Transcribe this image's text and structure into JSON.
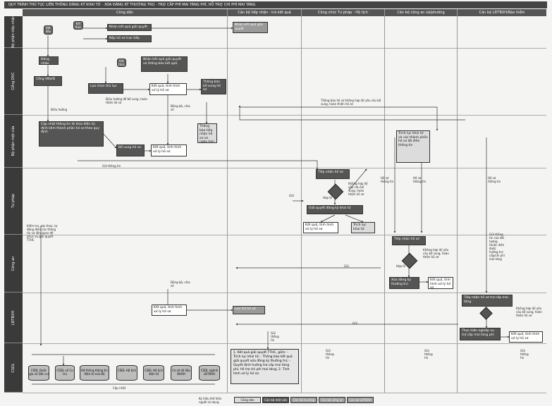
{
  "header": {
    "title": "QUY TRÌNH THỦ TỤC LIÊN THÔNG ĐĂNG KÝ KHAI TỬ - XÓA ĐĂNG KÝ THƯỜNG TRÚ - TRỢ CẤP PHÍ MAI TÁNG PHÍ, HỖ TRỢ CHI PHÍ MAI TÁNG"
  },
  "columns": [
    "Công dân",
    "Cán bộ tiếp nhận - trả kết quả",
    "Công chức Tư pháp - Hộ tịch",
    "Cán bộ công an xã/phường",
    "Cán bộ LĐTBXH/Bảo hiểm"
  ],
  "lanes": [
    "Bộ phận tiếp nhận",
    "Cổng DVC",
    "Bộ phận một cửa",
    "Tư pháp",
    "Công an",
    "LĐTBXH",
    "CSDL"
  ],
  "nodes": {
    "start": "Bắt đầu",
    "end_top": "Kết thúc",
    "end_mid": "Kết thúc",
    "top_a": "Nhận kết quả giải quyết",
    "top_b": "Nộp hồ sơ trực tiếp",
    "lodge": "Đăng nhập",
    "vneid": "Cổng VNeID",
    "choose": "Lựa chọn thủ tục",
    "receive_result": "Nhận kết quả giải quyết và thông báo kết quả",
    "result1": "Kết quả, tình hình xử lý hồ sơ",
    "notify_supp": "Thông báo bổ sung hồ sơ",
    "fill_form": "Cập nhật thông tin tờ khai điện tử, đính kèm thành phần hồ sơ theo quy định",
    "supplement": "Bổ sung hồ sơ",
    "result2": "Kết quả, tình hình xử lý hồ sơ",
    "notify_app": "Thông báo tiếp nhận hồ sơ và ngày hẹn trả kết quả",
    "extract": "Trích lục khai tử và các thành phần hồ sơ đã điền thông tin",
    "receive_tp": "Tiếp nhận hồ sơ",
    "process_tp": "Giải quyết đăng ký khai tử",
    "result3": "Kết quả, tình hình xử lý hồ sơ",
    "extract2": "Trích lục khai tử",
    "receive_ca": "Tiếp nhận hồ sơ",
    "process_ca": "Xóa đăng ký thường trú",
    "result4": "Kết quả, tình hình xử lý hồ sơ",
    "result5": "Kết quả, tình hình xử lý hồ sơ",
    "archive": "Lưu trữ hồ sơ",
    "receive_ld": "Tiếp nhận hồ sơ trợ cấp mai táng",
    "process_ld": "Thực hiện nghiệp vụ trợ cấp mai táng phí",
    "result6": "Kết quả, tình hình xử lý hồ sơ",
    "final_block": "1. Kết quả giải quyết TTHC, gồm: - Trích lục khai tử; - Thông báo kết quả giải quyết xóa đăng ký thường trú; - Quyết định hưởng trợ cấp mai táng phí, hỗ trợ chi phí mai táng; 2. Tình hình xử lý hồ sơ."
  },
  "databases": [
    "CSDL Quốc gia về Dân cư",
    "CSDL về Cư trú",
    "Hệ thống thông tin điện tử của Bộ",
    "CSDL Hộ tịch",
    "CSDL Hộ tịch điện tử",
    "Cơ sở dữ liệu BHXH",
    "CSDL ngành LĐTBXH"
  ],
  "labels": {
    "l_guide": "Điều hướng",
    "l_supp": "Điều hướng để bổ sung, hoàn thiện hồ sơ",
    "l_sync1": "Đồng bộ, chia sẻ",
    "l_send_info": "Gửi thông tin",
    "l_check": "Kiểm tra, xác thực, tự động điền các thông tin và liên quan để phục vụ giải quyết TTHC",
    "l_notify_supp": "Thông báo hồ sơ không hợp lệ/ yêu cầu bổ sung, hoàn thiện hồ sơ",
    "l_valid": "Hợp lệ",
    "l_invalid": "Không hợp lệ/ yêu cầu bổ sung, hoàn thiện hồ sơ",
    "l_send": "Gửi",
    "l_sync2": "Đồng bộ, chia sẻ",
    "l_send2": "Gửi",
    "l_send3": "Gửi",
    "l_send_info2": "Gửi thông tin",
    "l_send_info3": "Gửi thông tin",
    "l_send_info4": "Gửi thông tin",
    "l_send_info5": "Gửi thông tin",
    "l_update": "Cập nhật",
    "l_hs1": "Hồ sơ thông tin",
    "l_hs2": "Hồ sơ thông tin",
    "l_hs3": "Hồ sơ thông tin",
    "l_ld_send": "Gửi thông tin của đối tượng thuộc diện được hưởng trợ cấp/chi phí mai táng",
    "l_valid2": "Hợp lệ",
    "l_invalid2": "Không hợp lệ/ yêu cầu bổ sung, hoàn thiện hồ sơ",
    "l_invalid3": "Không hợp lệ/ yêu cầu bổ sung, hoàn thiện hồ sơ"
  },
  "legend": {
    "prefix": "Ký hiệu thể hiện người sử dụng",
    "items": [
      "Công dân",
      "Cán bộ một cửa",
      "Cán bộ tư pháp",
      "Cán bộ công an",
      "Cán bộ LĐTBXH"
    ]
  }
}
